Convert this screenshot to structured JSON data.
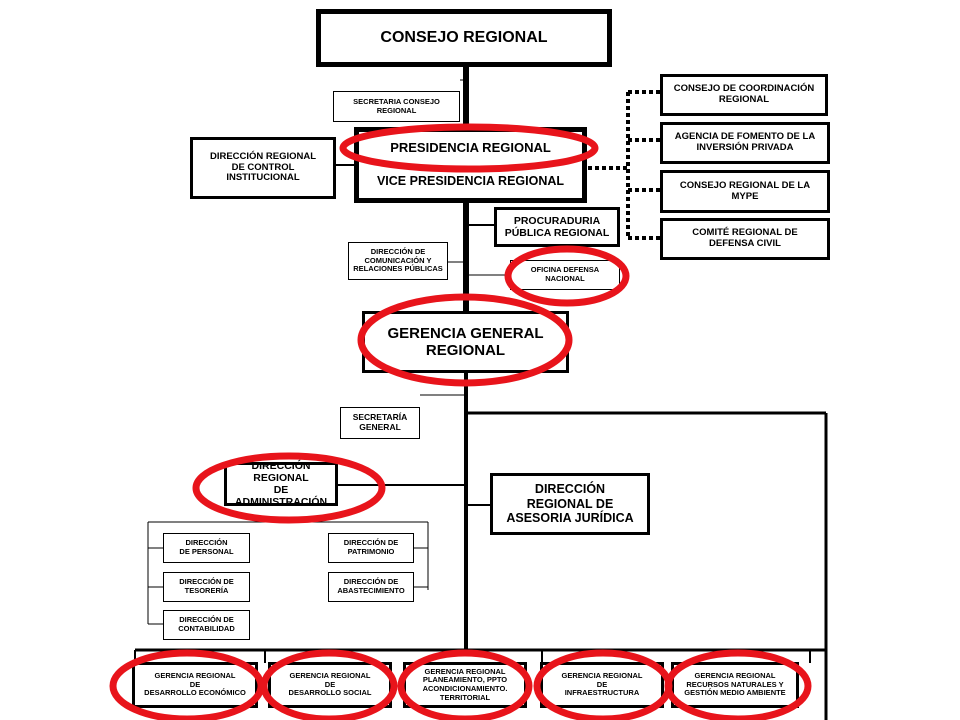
{
  "colors": {
    "highlight": "#e8141b",
    "line": "#000000",
    "background": "#ffffff"
  },
  "consejo_regional": "CONSEJO REGIONAL",
  "secretaria_consejo": "SECRETARIA  CONSEJO\nREGIONAL",
  "direccion_control": "DIRECCIÓN  REGIONAL\nDE CONTROL\nINSTITUCIONAL",
  "presidencia": "PRESIDENCIA REGIONAL",
  "vice_presidencia": "VICE PRESIDENCIA REGIONAL",
  "consejo_coordinacion": "CONSEJO DE COORDINACIÓN\nREGIONAL",
  "agencia_fomento": "AGENCIA DE FOMENTO DE LA\nINVERSIÓN PRIVADA",
  "consejo_mype": "CONSEJO REGIONAL DE LA\nMYPE",
  "comite_defensa_civil": "COMITÉ REGIONAL DE\nDEFENSA CIVIL",
  "procuraduria": "PROCURADURIA\nPÚBLICA REGIONAL",
  "direccion_comunicacion": "DIRECCIÓN  DE\nCOMUNICACIÓN Y\nRELACIONES PÚBLICAS",
  "oficina_defensa": "OFICINA  DEFENSA\nNACIONAL",
  "gerencia_general": "GERENCIA GENERAL\nREGIONAL",
  "secretaria_general": "SECRETARÍA\nGENERAL",
  "direccion_administracion": "DIRECCIÓN REGIONAL\nDE ADMINISTRACIÓN",
  "direccion_asesoria": "DIRECCIÓN\nREGIONAL DE\nASESORIA JURÍDICA",
  "direccion_personal": "DIRECCIÓN\nDE  PERSONAL",
  "direccion_tesoreria": "DIRECCIÓN   DE\nTESORERÍA",
  "direccion_contabilidad": "DIRECCIÓN   DE\nCONTABILIDAD",
  "direccion_patrimonio": "DIRECCIÓN DE\nPATRIMONIO",
  "direccion_abastecimiento": "DIRECCIÓN DE\nABASTECIMIENTO",
  "gerencias": [
    "GERENCIA  REGIONAL\nDE\nDESARROLLO ECONÓMICO",
    "GERENCIA REGIONAL\nDE\nDESARROLLO SOCIAL",
    "GERENCIA REGIONAL\nPLANEAMIENTO, PPTO\nACONDICIONAMIENTO.\nTERRITORIAL",
    "GERENCIA REGIONAL\nDE\nINFRAESTRUCTURA",
    "GERENCIA REGIONAL\nRECURSOS NATURALES Y\nGESTIÓN MEDIO AMBIENTE"
  ]
}
